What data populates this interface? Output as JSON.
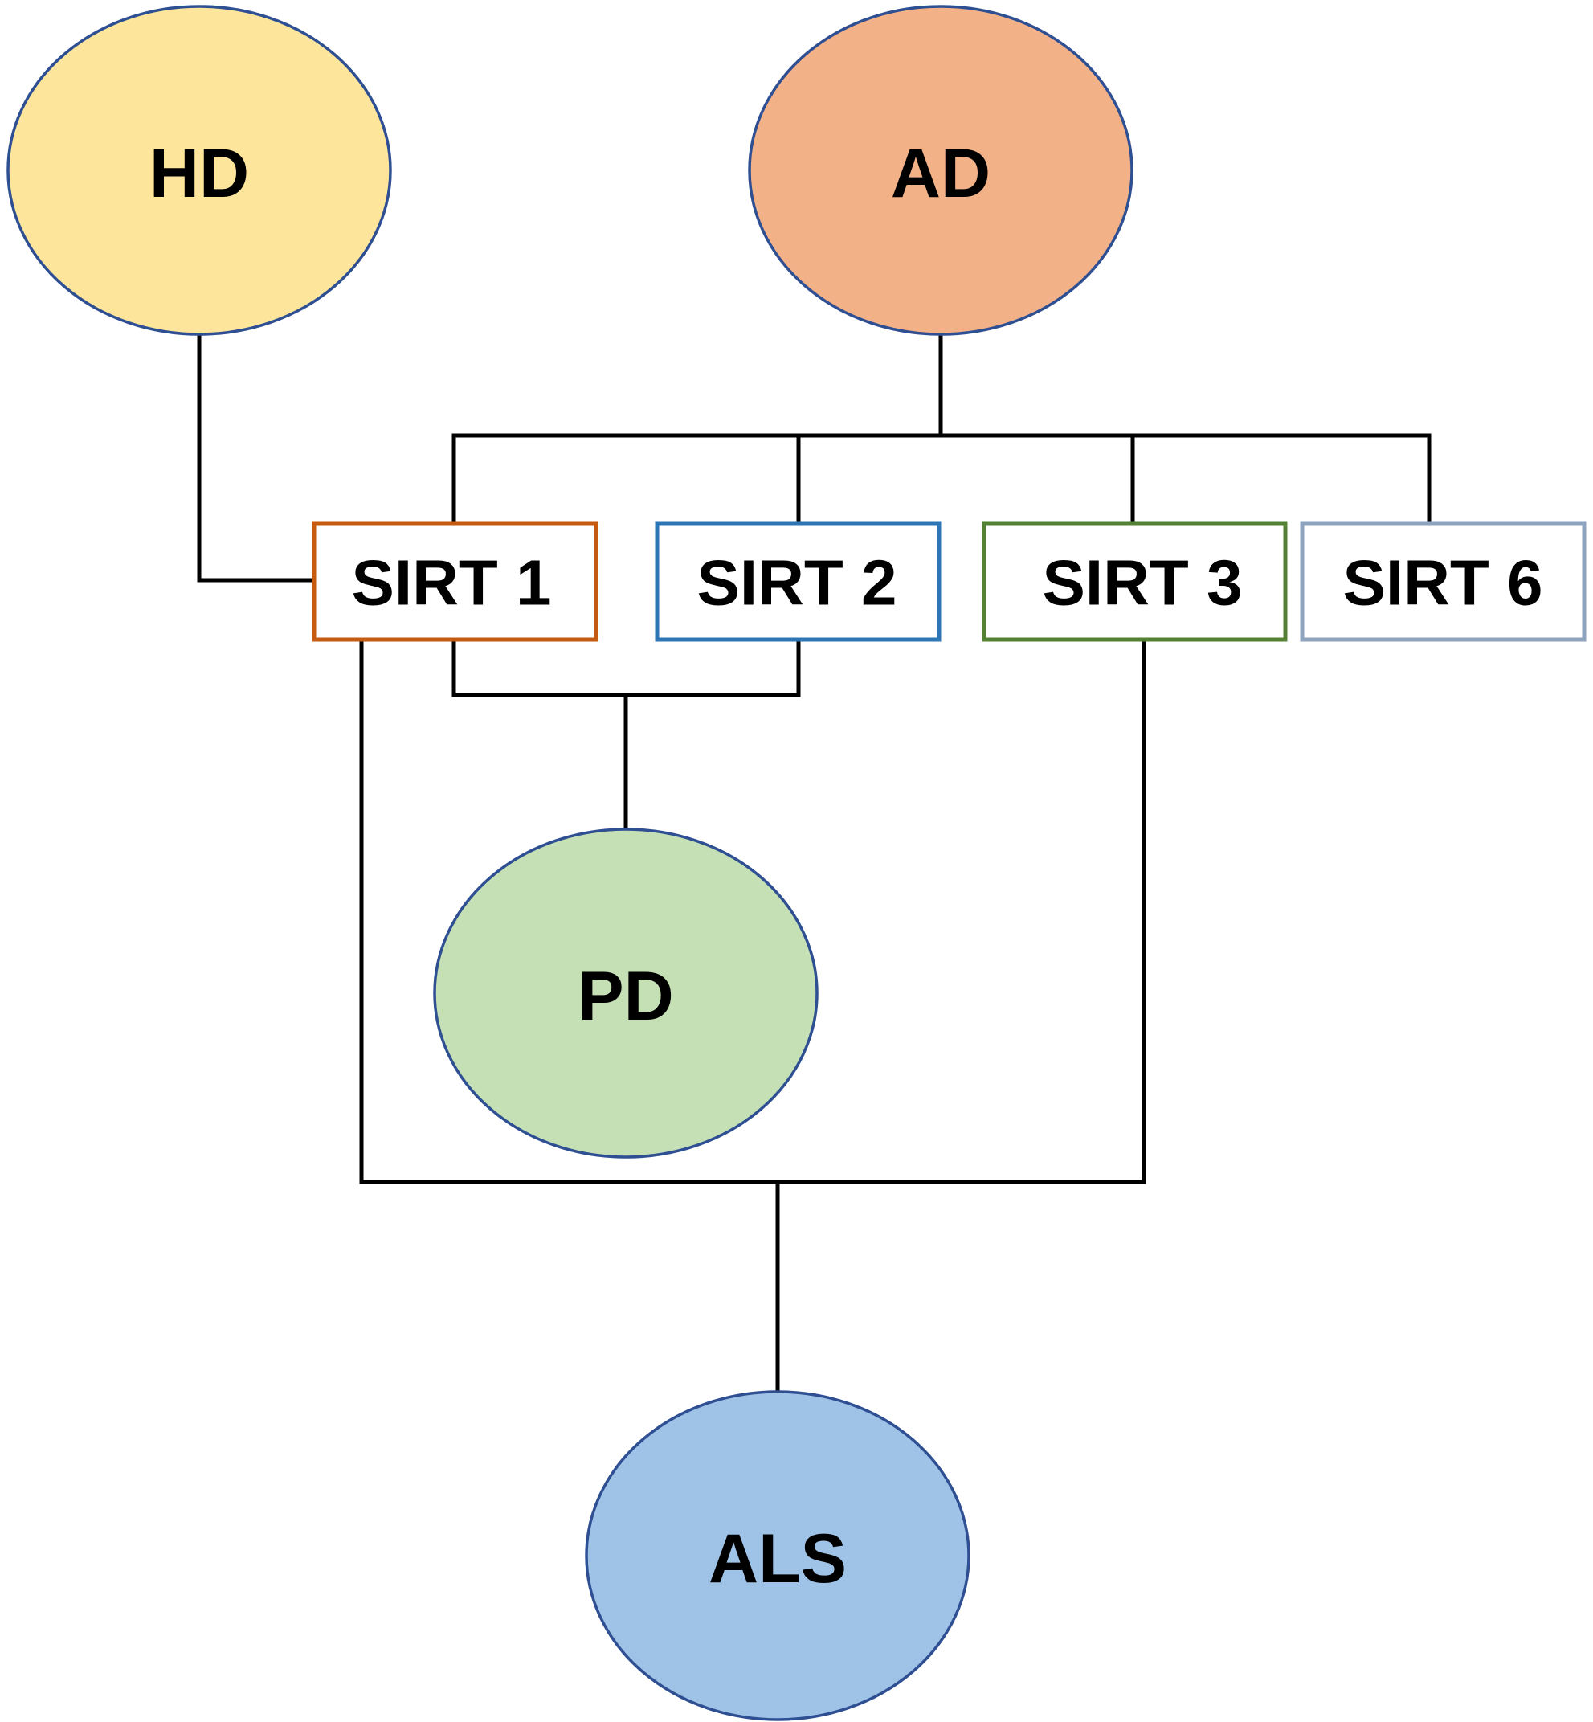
{
  "diseases": {
    "hd": {
      "label": "HD",
      "fill": "#fde69c"
    },
    "ad": {
      "label": "AD",
      "fill": "#f3b187"
    },
    "pd": {
      "label": "PD",
      "fill": "#c5e0b5"
    },
    "als": {
      "label": "ALS",
      "fill": "#9fc3e7"
    }
  },
  "sirtuins": {
    "sirt1": {
      "label": "SIRT 1",
      "border": "#c55a11"
    },
    "sirt2": {
      "label": "SIRT 2",
      "border": "#2e75b6"
    },
    "sirt3": {
      "label": "SIRT 3",
      "border": "#548235"
    },
    "sirt6": {
      "label": "SIRT 6",
      "border": "#8ea3bd"
    }
  },
  "links": [
    {
      "disease": "HD",
      "sirtuins": [
        "SIRT 1"
      ]
    },
    {
      "disease": "AD",
      "sirtuins": [
        "SIRT 1",
        "SIRT 2",
        "SIRT 3",
        "SIRT 6"
      ]
    },
    {
      "disease": "PD",
      "sirtuins": [
        "SIRT 1",
        "SIRT 2"
      ]
    },
    {
      "disease": "ALS",
      "sirtuins": [
        "SIRT 1",
        "SIRT 3"
      ]
    }
  ]
}
